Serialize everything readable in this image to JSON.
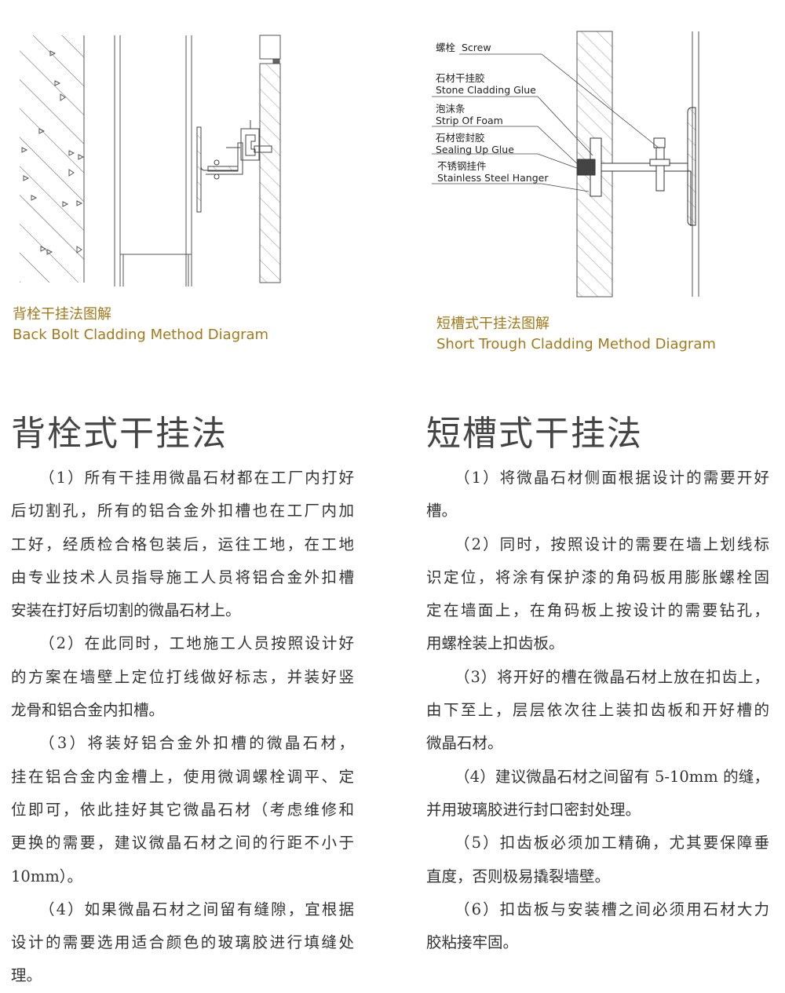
{
  "left_figure": {
    "caption_cn": "背栓干挂法图解",
    "caption_en": "Back Bolt Cladding Method Diagram"
  },
  "right_figure": {
    "caption_cn": "短槽式干挂法图解",
    "caption_en": "Short Trough Cladding Method Diagram",
    "labels": [
      {
        "cn": "螺栓",
        "en": "Screw"
      },
      {
        "cn": "石材干挂胶",
        "en": "Stone Cladding Glue"
      },
      {
        "cn": "泡沫条",
        "en": "Strip Of Foam"
      },
      {
        "cn": "石材密封胶",
        "en": "Sealing Up Glue"
      },
      {
        "cn": "不锈钢挂件",
        "en": "Stainless Steel Hanger"
      }
    ]
  },
  "left_section": {
    "title": "背栓式干挂法",
    "paragraphs": [
      [
        "（1）所有干挂用微晶石材都在工厂内打好",
        "后切割孔，所有的铝合金外扣槽也在工厂内加",
        "工好，经质检合格包装后，运往工地，在工地",
        "由专业技术人员指导施工人员将铝合金外扣槽",
        "安装在打好后切割的微晶石材上。"
      ],
      [
        "（2）在此同时，工地施工人员按照设计好",
        "的方案在墙壁上定位打线做好标志，并装好竖",
        "龙骨和铝合金内扣槽。"
      ],
      [
        "（3）将装好铝合金外扣槽的微晶石材，",
        "挂在铝合金内金槽上，使用微调螺栓调平、定",
        "位即可，依此挂好其它微晶石材（考虑维修和",
        "更换的需要，建议微晶石材之间的行距不小于",
        "10mm）。"
      ],
      [
        "（4）如果微晶石材之间留有缝隙，宜根据",
        "设计的需要选用适合颜色的玻璃胶进行填缝处",
        "理。"
      ]
    ]
  },
  "right_section": {
    "title": "短槽式干挂法",
    "paragraphs": [
      [
        "（1）将微晶石材侧面根据设计的需要开好",
        "槽。"
      ],
      [
        "（2）同时，按照设计的需要在墙上划线标",
        "识定位，将涂有保护漆的角码板用膨胀螺栓固",
        "定在墙面上，在角码板上按设计的需要钻孔，",
        "用螺栓装上扣齿板。"
      ],
      [
        "（3）将开好的槽在微晶石材上放在扣齿上，",
        "由下至上，层层依次往上装扣齿板和开好槽的",
        "微晶石材。"
      ],
      [
        "（4）建议微晶石材之间留有 5-10mm 的缝，",
        "并用玻璃胶进行封口密封处理。"
      ],
      [
        "（5）扣齿板必须加工精确，尤其要保障垂",
        "直度，否则极易撬裂墙壁。"
      ],
      [
        "（6）扣齿板与安装槽之间必须用石材大力",
        "胶粘接牢固。"
      ]
    ]
  }
}
